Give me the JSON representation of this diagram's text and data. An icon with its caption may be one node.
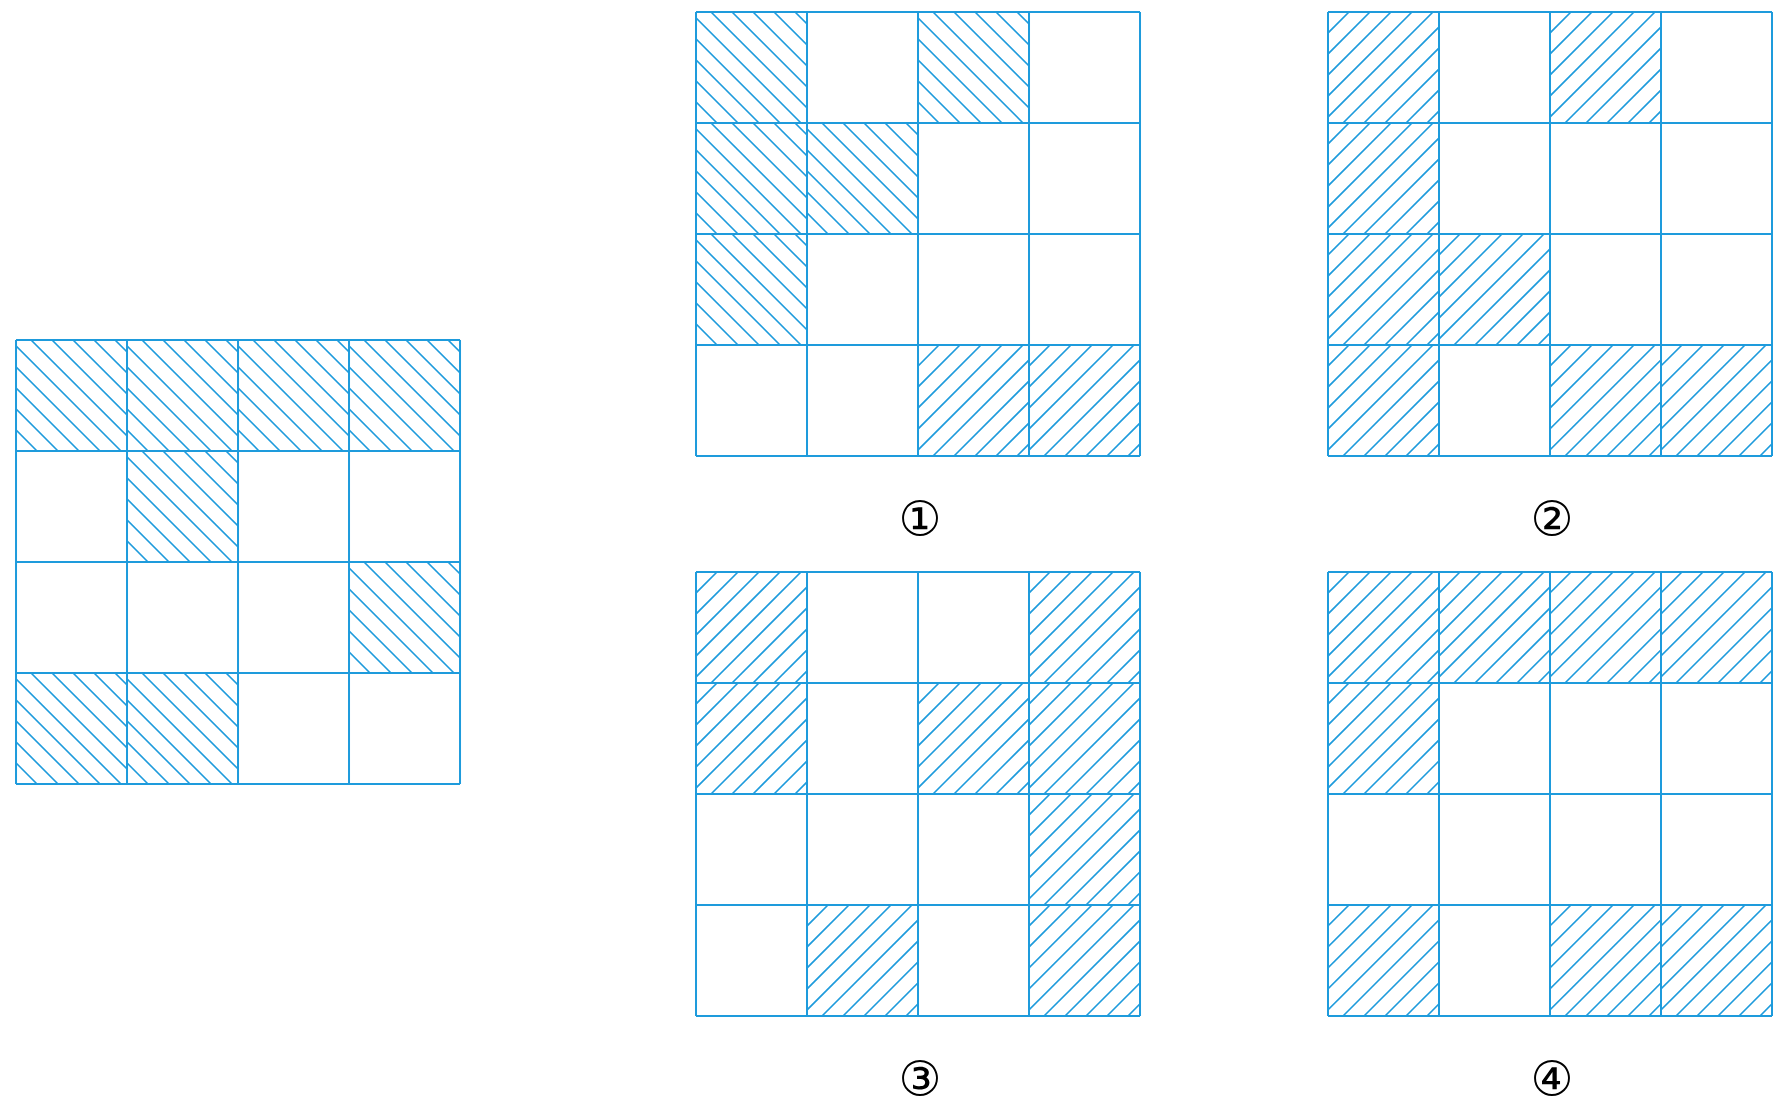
{
  "diagram": {
    "labels": [
      "①",
      "②",
      "③",
      "④"
    ]
  }
}
